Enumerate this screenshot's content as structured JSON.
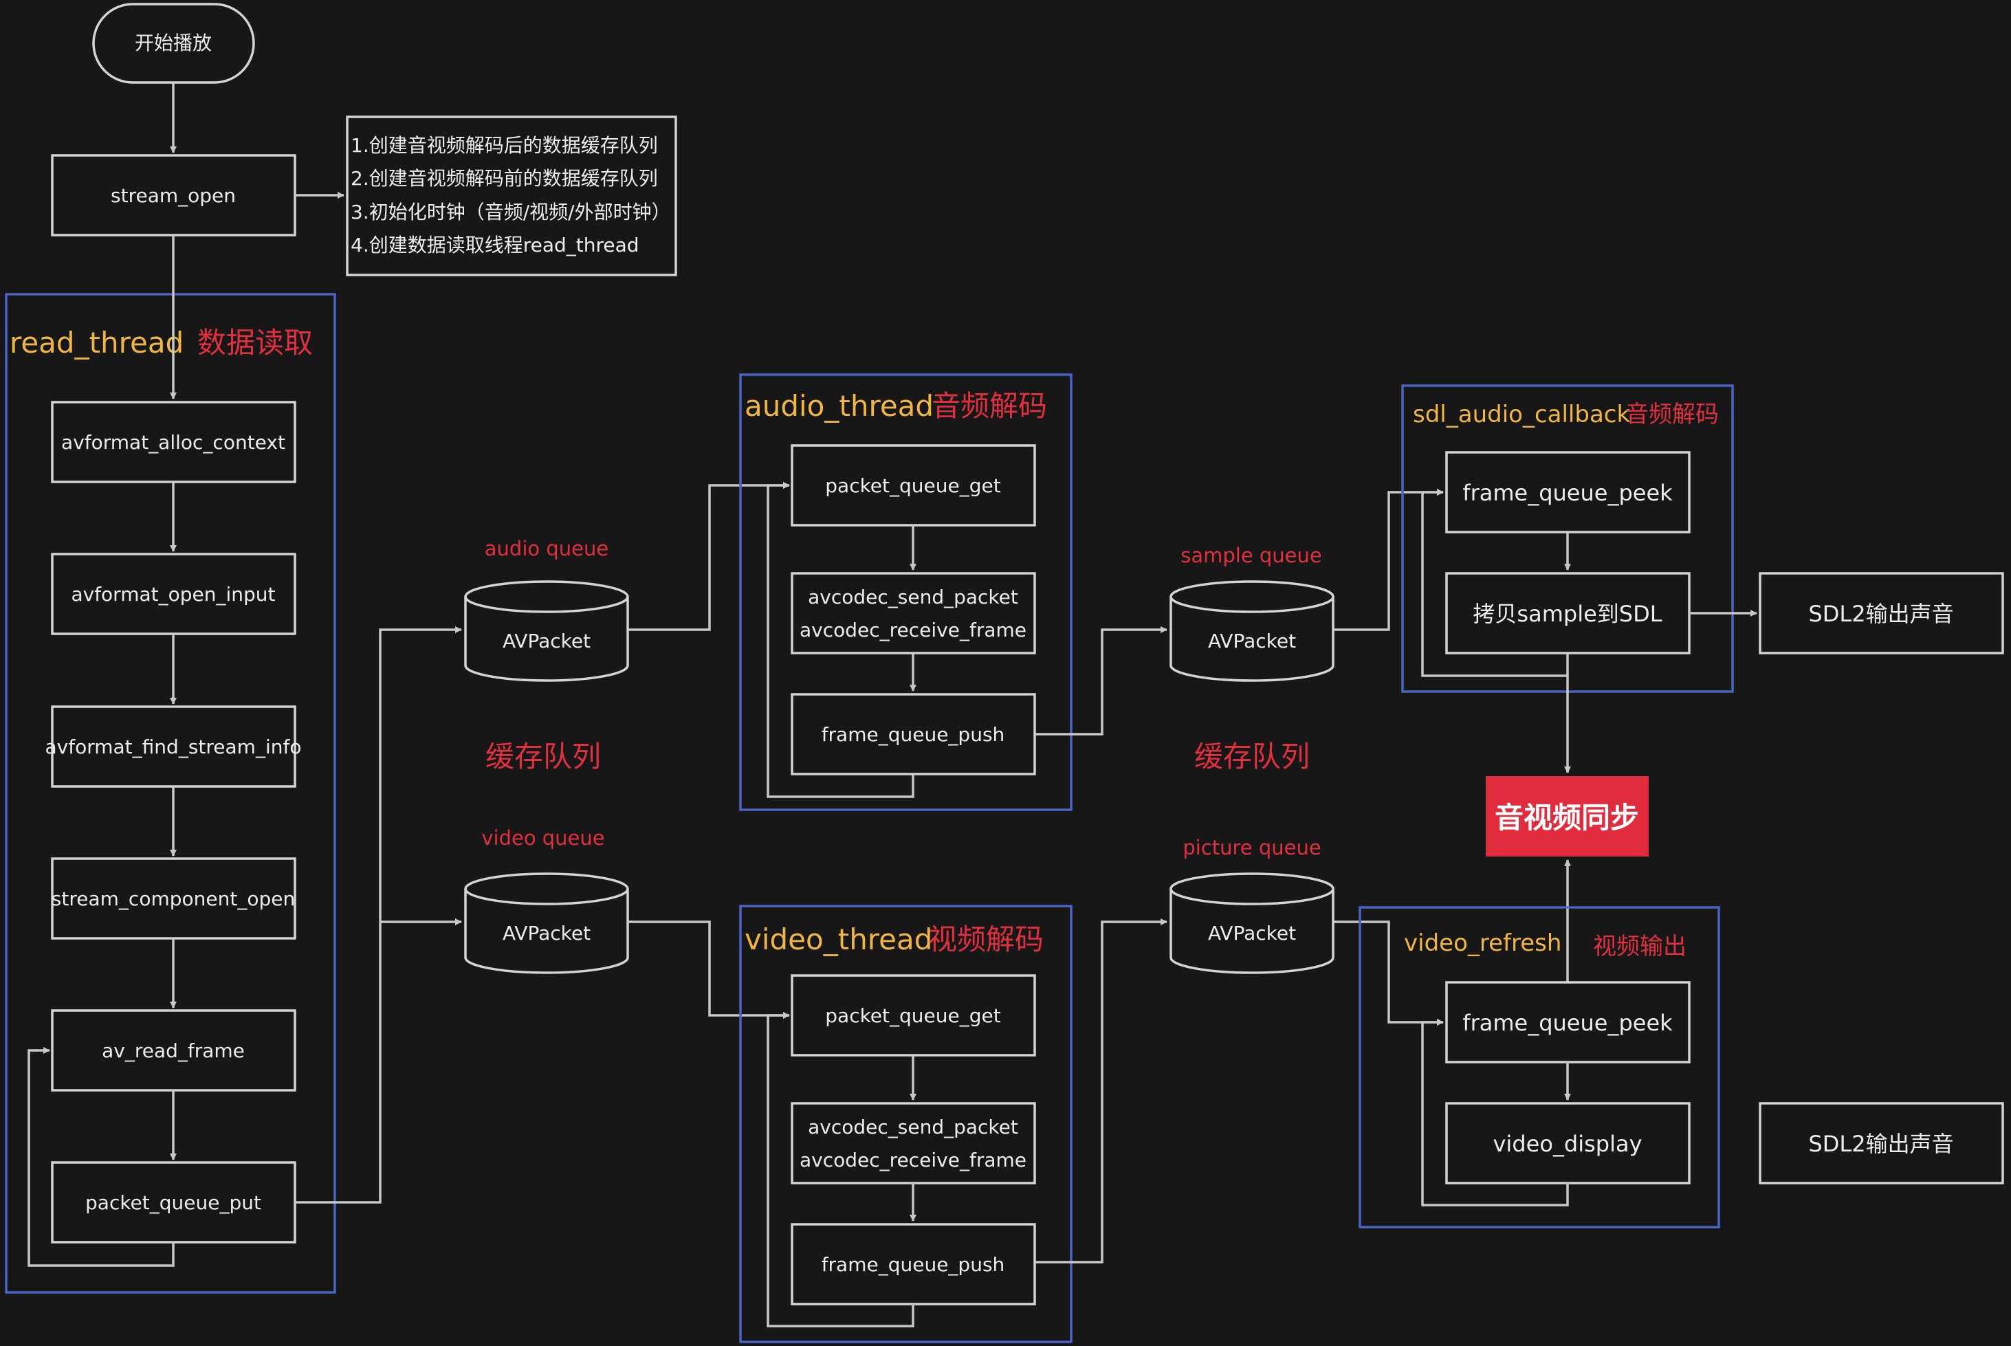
{
  "colors": {
    "background": "#171717",
    "node_border": "#d4d4d4",
    "group_border": "#4a63c4",
    "title_yellow": "#f0b545",
    "title_red": "#e0303f",
    "sync_fill": "#e02c3c"
  },
  "start": {
    "label": "开始播放"
  },
  "stream_open": {
    "label": "stream_open"
  },
  "init_notes": [
    "1.创建音视频解码后的数据缓存队列",
    "2.创建音视频解码前的数据缓存队列",
    "3.初始化时钟（音频/视频/外部时钟）",
    "4.创建数据读取线程read_thread"
  ],
  "read_thread": {
    "title": "read_thread",
    "subtitle": "数据读取",
    "steps": [
      "avformat_alloc_context",
      "avformat_open_input",
      "avformat_find_stream_info",
      "stream_component_open",
      "av_read_frame",
      "packet_queue_put"
    ]
  },
  "queues": {
    "audio_label": "audio queue",
    "video_label": "video queue",
    "sample_label": "sample queue",
    "picture_label": "picture queue",
    "packet": "AVPacket",
    "cache_caption": "缓存队列"
  },
  "audio_thread": {
    "title": "audio_thread",
    "subtitle": "音频解码",
    "get": "packet_queue_get",
    "send": "avcodec_send_packet",
    "receive": "avcodec_receive_frame",
    "push": "frame_queue_push"
  },
  "video_thread": {
    "title": "video_thread",
    "subtitle": "视频解码",
    "get": "packet_queue_get",
    "send": "avcodec_send_packet",
    "receive": "avcodec_receive_frame",
    "push": "frame_queue_push"
  },
  "sdl_audio_callback": {
    "title": "sdl_audio_callback",
    "subtitle": "音频解码",
    "peek": "frame_queue_peek",
    "copy": "拷贝sample到SDL"
  },
  "video_refresh": {
    "title": "video_refresh",
    "subtitle": "视频输出",
    "peek": "frame_queue_peek",
    "display": "video_display"
  },
  "sync": {
    "label": "音视频同步"
  },
  "outputs": {
    "audio_out": "SDL2输出声音",
    "video_out": "SDL2输出声音"
  }
}
